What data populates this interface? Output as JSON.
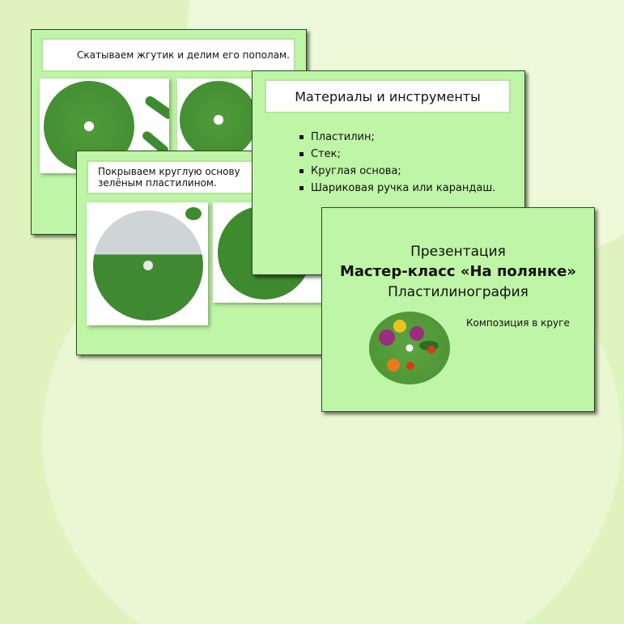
{
  "slides": [
    {
      "title": "Скатываем жгутик и делим его пополам."
    },
    {
      "title": "Покрываем круглую основу зелёным пластилином."
    },
    {
      "title": "Материалы и инструменты",
      "bullets": [
        "Пластилин;",
        "Стек;",
        "Круглая основа;",
        "Шариковая ручка или карандаш."
      ]
    },
    {
      "line1": "Презентация",
      "line2": "Мастер-класс «На полянке»",
      "line3": "Пластилинография",
      "caption": "Композиция в круге"
    }
  ]
}
